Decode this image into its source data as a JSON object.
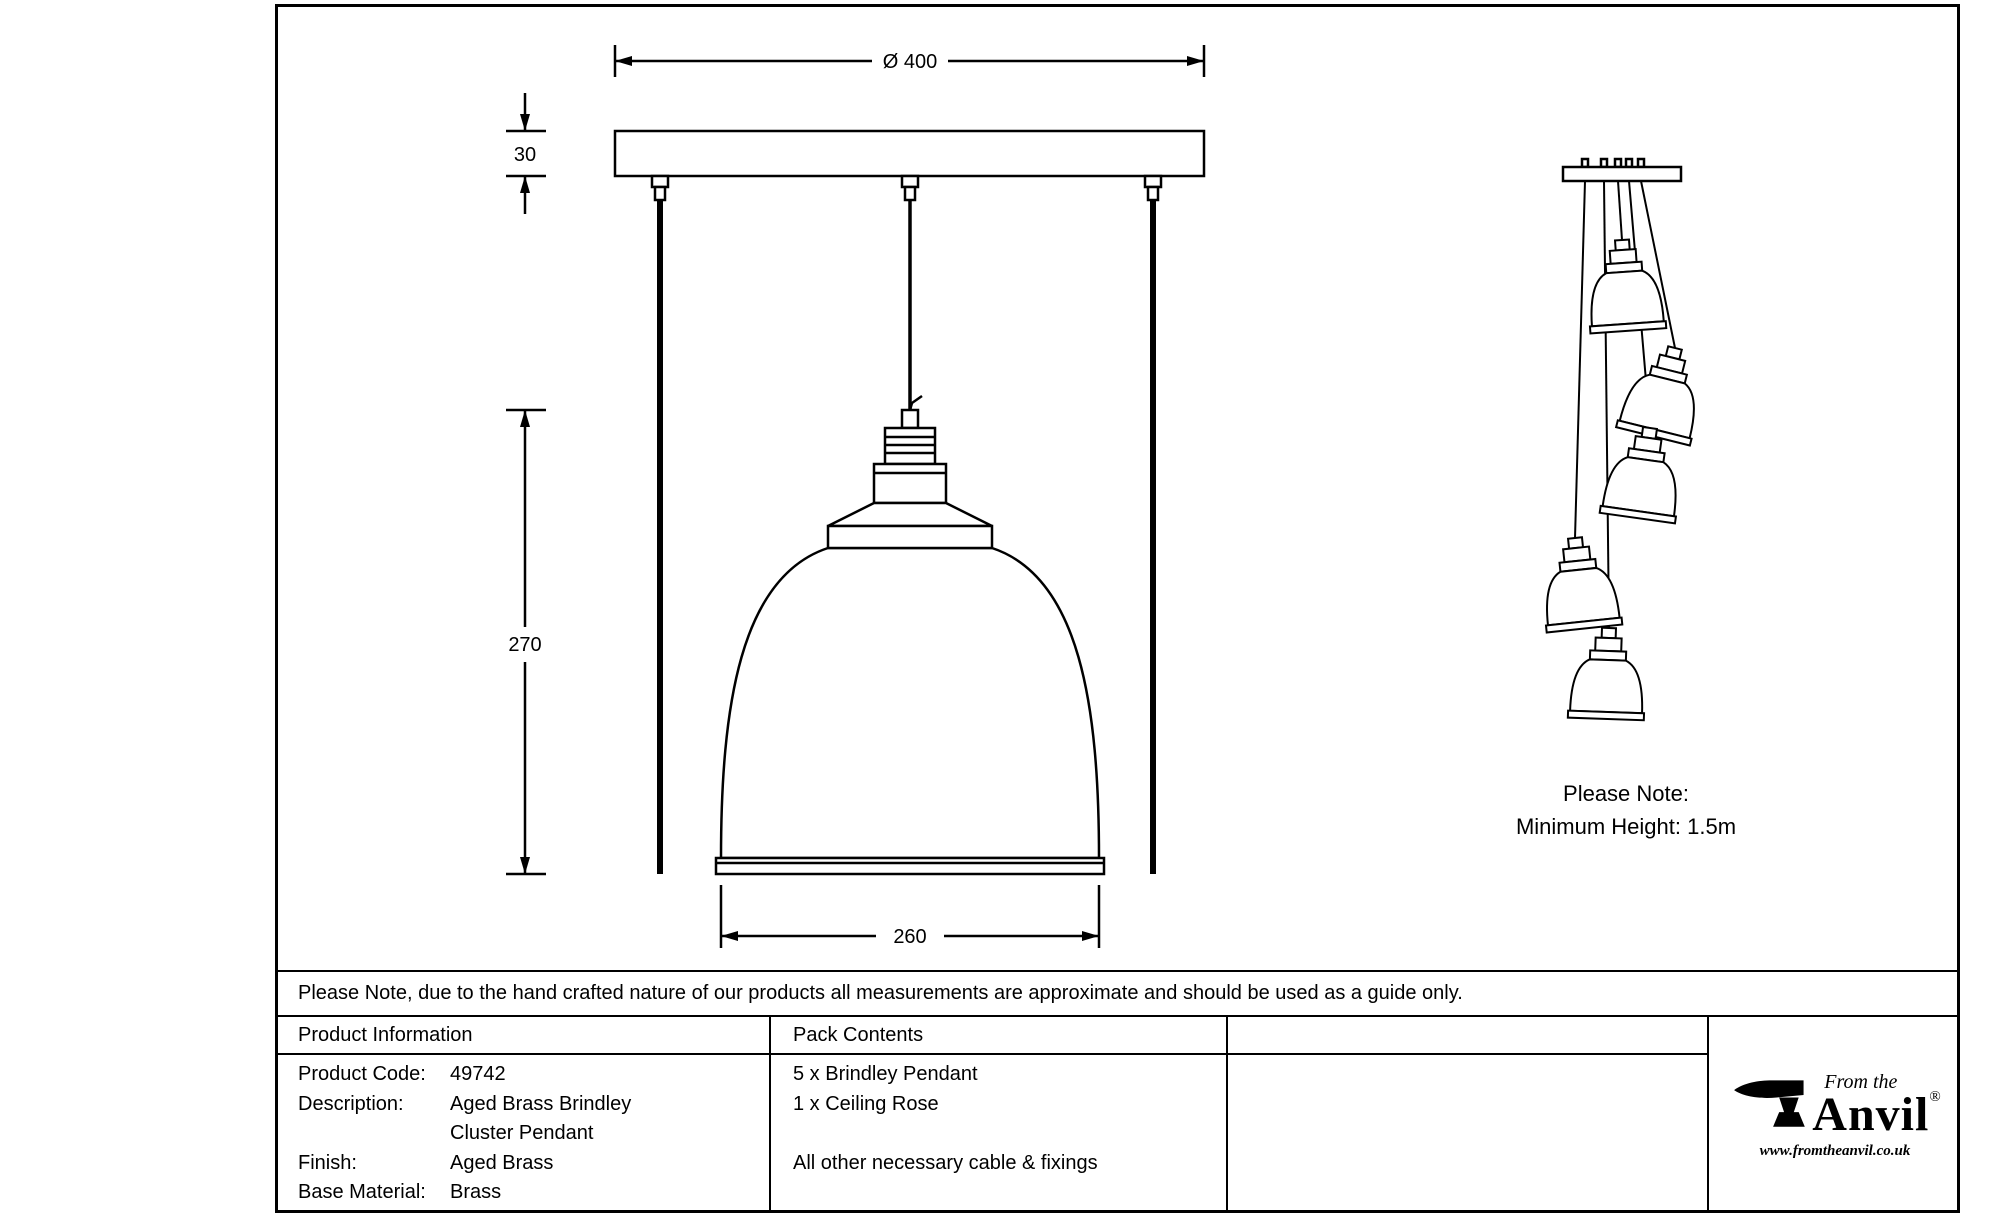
{
  "drawing": {
    "dim_diameter": "Ø 400",
    "dim_plate_thickness": "30",
    "dim_pendant_height": "270",
    "dim_shade_diameter": "260",
    "cluster_note_line1": "Please Note:",
    "cluster_note_line2": "Minimum Height: 1.5m"
  },
  "disclaimer": "Please Note, due to the hand crafted nature of our products all measurements are approximate and should be used as a guide only.",
  "product_info": {
    "header": "Product Information",
    "rows": [
      {
        "label": "Product Code:",
        "value": "49742"
      },
      {
        "label": "Description:",
        "value": "Aged Brass Brindley"
      },
      {
        "label": "",
        "value": "Cluster Pendant"
      },
      {
        "label": "Finish:",
        "value": "Aged Brass"
      },
      {
        "label": "Base Material:",
        "value": "Brass"
      }
    ]
  },
  "pack_contents": {
    "header": "Pack Contents",
    "items": [
      "5 x Brindley Pendant",
      "1 x Ceiling Rose",
      "",
      "All other necessary cable & fixings"
    ]
  },
  "logo": {
    "tagline": "From the",
    "brand": "Anvil",
    "registered": "®",
    "website": "www.fromtheanvil.co.uk"
  }
}
